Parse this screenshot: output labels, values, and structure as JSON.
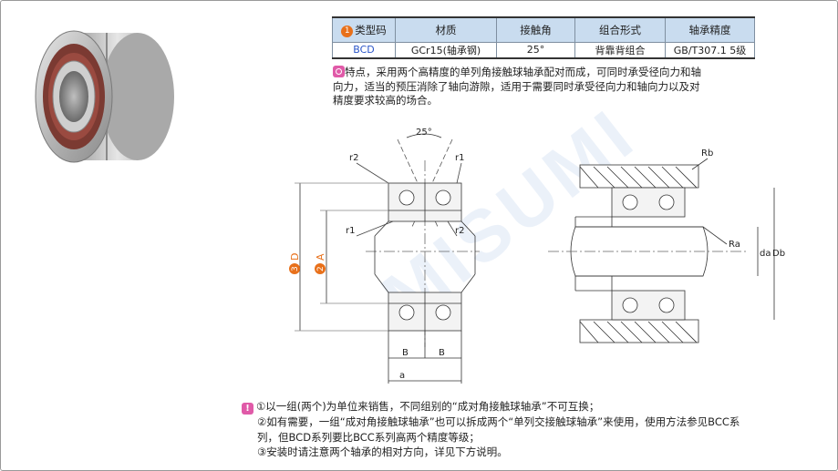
{
  "table": {
    "headers": [
      "类型码",
      "材质",
      "接触角",
      "组合形式",
      "轴承精度"
    ],
    "header_badge": "1",
    "row": [
      "BCD",
      "GCr15(轴承钢)",
      "25°",
      "背靠背组合",
      "GB/T307.1 5级"
    ]
  },
  "feature": {
    "line1": "特点，采用两个高精度的单列角接触球轴承配对而成，可同时承受径向力和轴",
    "line2": "向力，适当的预压消除了轴向游隙，适用于需要同时承受径向力和轴向力以及对",
    "line3": "精度要求较高的场合。"
  },
  "diagram": {
    "angle_label": "25°",
    "r1": "r1",
    "r2": "r2",
    "label_D": "D",
    "label_D_num": "3",
    "label_A": "A",
    "label_A_num": "2",
    "label_B1": "B",
    "label_B2": "B",
    "label_a": "a",
    "label_Rb": "Rb",
    "label_Ra": "Ra",
    "label_da": "da",
    "label_Db": "Db"
  },
  "notes": {
    "line1": "①以一组(两个)为单位来销售，不同组别的“成对角接触球轴承”不可互换；",
    "line2": "②如有需要，一组“成对角接触球轴承”也可以拆成两个“单列交接触球轴承”来使用，使用方法参见BCC系",
    "line3": "列，但BCD系列要比BCC系列高两个精度等级；",
    "line4": "③安装时请注意两个轴承的相对方向，详见下方说明。"
  },
  "colors": {
    "header_bg": "#c9dcef",
    "accent_orange": "#e8701a",
    "badge_pink": "#e05aa8",
    "type_blue": "#2a55c8"
  }
}
